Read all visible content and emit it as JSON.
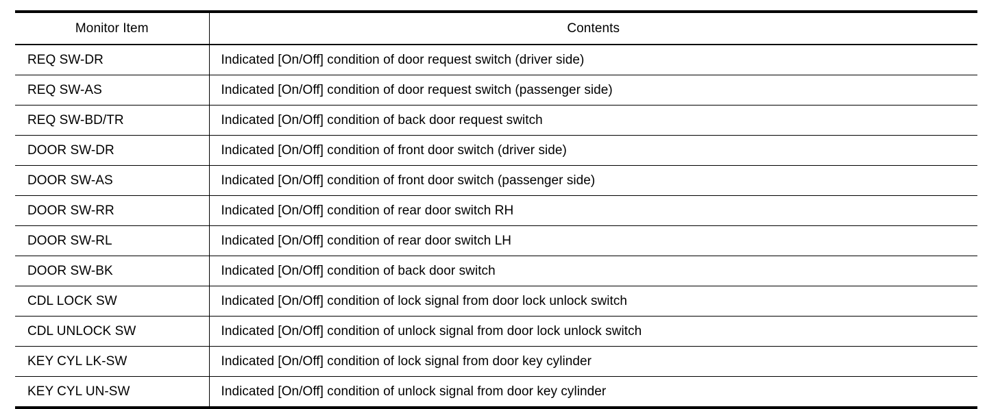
{
  "table": {
    "columns": [
      {
        "key": "monitor_item",
        "label": "Monitor Item"
      },
      {
        "key": "contents",
        "label": "Contents"
      }
    ],
    "rows": [
      {
        "monitor_item": "REQ SW-DR",
        "contents": "Indicated [On/Off] condition of door request switch (driver side)"
      },
      {
        "monitor_item": "REQ SW-AS",
        "contents": "Indicated [On/Off] condition of door request switch (passenger side)"
      },
      {
        "monitor_item": "REQ SW-BD/TR",
        "contents": "Indicated [On/Off] condition of back door request switch"
      },
      {
        "monitor_item": "DOOR SW-DR",
        "contents": "Indicated [On/Off] condition of front door switch (driver side)"
      },
      {
        "monitor_item": "DOOR SW-AS",
        "contents": "Indicated [On/Off] condition of front door switch (passenger side)"
      },
      {
        "monitor_item": "DOOR SW-RR",
        "contents": "Indicated [On/Off] condition of rear door switch RH"
      },
      {
        "monitor_item": "DOOR SW-RL",
        "contents": "Indicated [On/Off] condition of rear door switch LH"
      },
      {
        "monitor_item": "DOOR SW-BK",
        "contents": "Indicated [On/Off] condition of back door switch"
      },
      {
        "monitor_item": "CDL LOCK SW",
        "contents": "Indicated [On/Off] condition of lock signal from door lock unlock switch"
      },
      {
        "monitor_item": "CDL UNLOCK SW",
        "contents": "Indicated [On/Off] condition of unlock signal from door lock unlock switch"
      },
      {
        "monitor_item": "KEY CYL LK-SW",
        "contents": "Indicated [On/Off] condition of lock signal from door key cylinder"
      },
      {
        "monitor_item": "KEY CYL UN-SW",
        "contents": "Indicated [On/Off] condition of unlock signal from door key cylinder"
      }
    ]
  },
  "colors": {
    "rule": "#000000",
    "text": "#000000",
    "background": "#ffffff"
  }
}
